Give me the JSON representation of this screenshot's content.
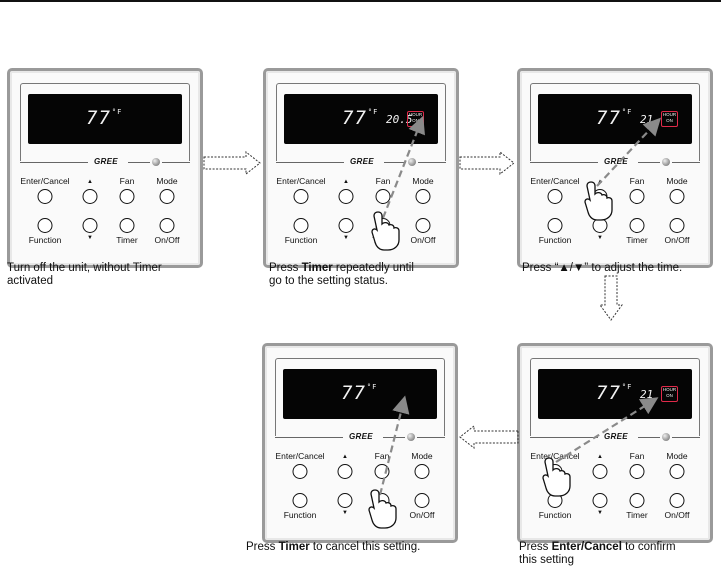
{
  "display": {
    "temp": "77",
    "unit": "°F",
    "hour_label": "HOUR",
    "on_label": "ON"
  },
  "brand": "GREE",
  "buttons": {
    "enter_cancel": "Enter/Cancel",
    "fan": "Fan",
    "mode": "Mode",
    "function": "Function",
    "timer": "Timer",
    "onoff": "On/Off",
    "up": "▲",
    "down": "▼"
  },
  "steps": [
    {
      "time": "",
      "caption_pre": "Turn off the unit, without Timer\n activated",
      "caption_bold": "",
      "caption_post": ""
    },
    {
      "time": "20.5",
      "caption_pre": "Press ",
      "caption_bold": "Timer",
      "caption_post": " repeatedly until\ngo to the setting status."
    },
    {
      "time": "21",
      "caption_pre": "Press “▲/▼” to adjust the time.",
      "caption_bold": "",
      "caption_post": ""
    },
    {
      "time": "",
      "caption_pre": "Press ",
      "caption_bold": "Timer",
      "caption_post": " to cancel this setting."
    },
    {
      "time": "21",
      "caption_pre": "Press ",
      "caption_bold": "Enter/Cancel",
      "caption_post": " to confirm\nthis setting"
    }
  ]
}
